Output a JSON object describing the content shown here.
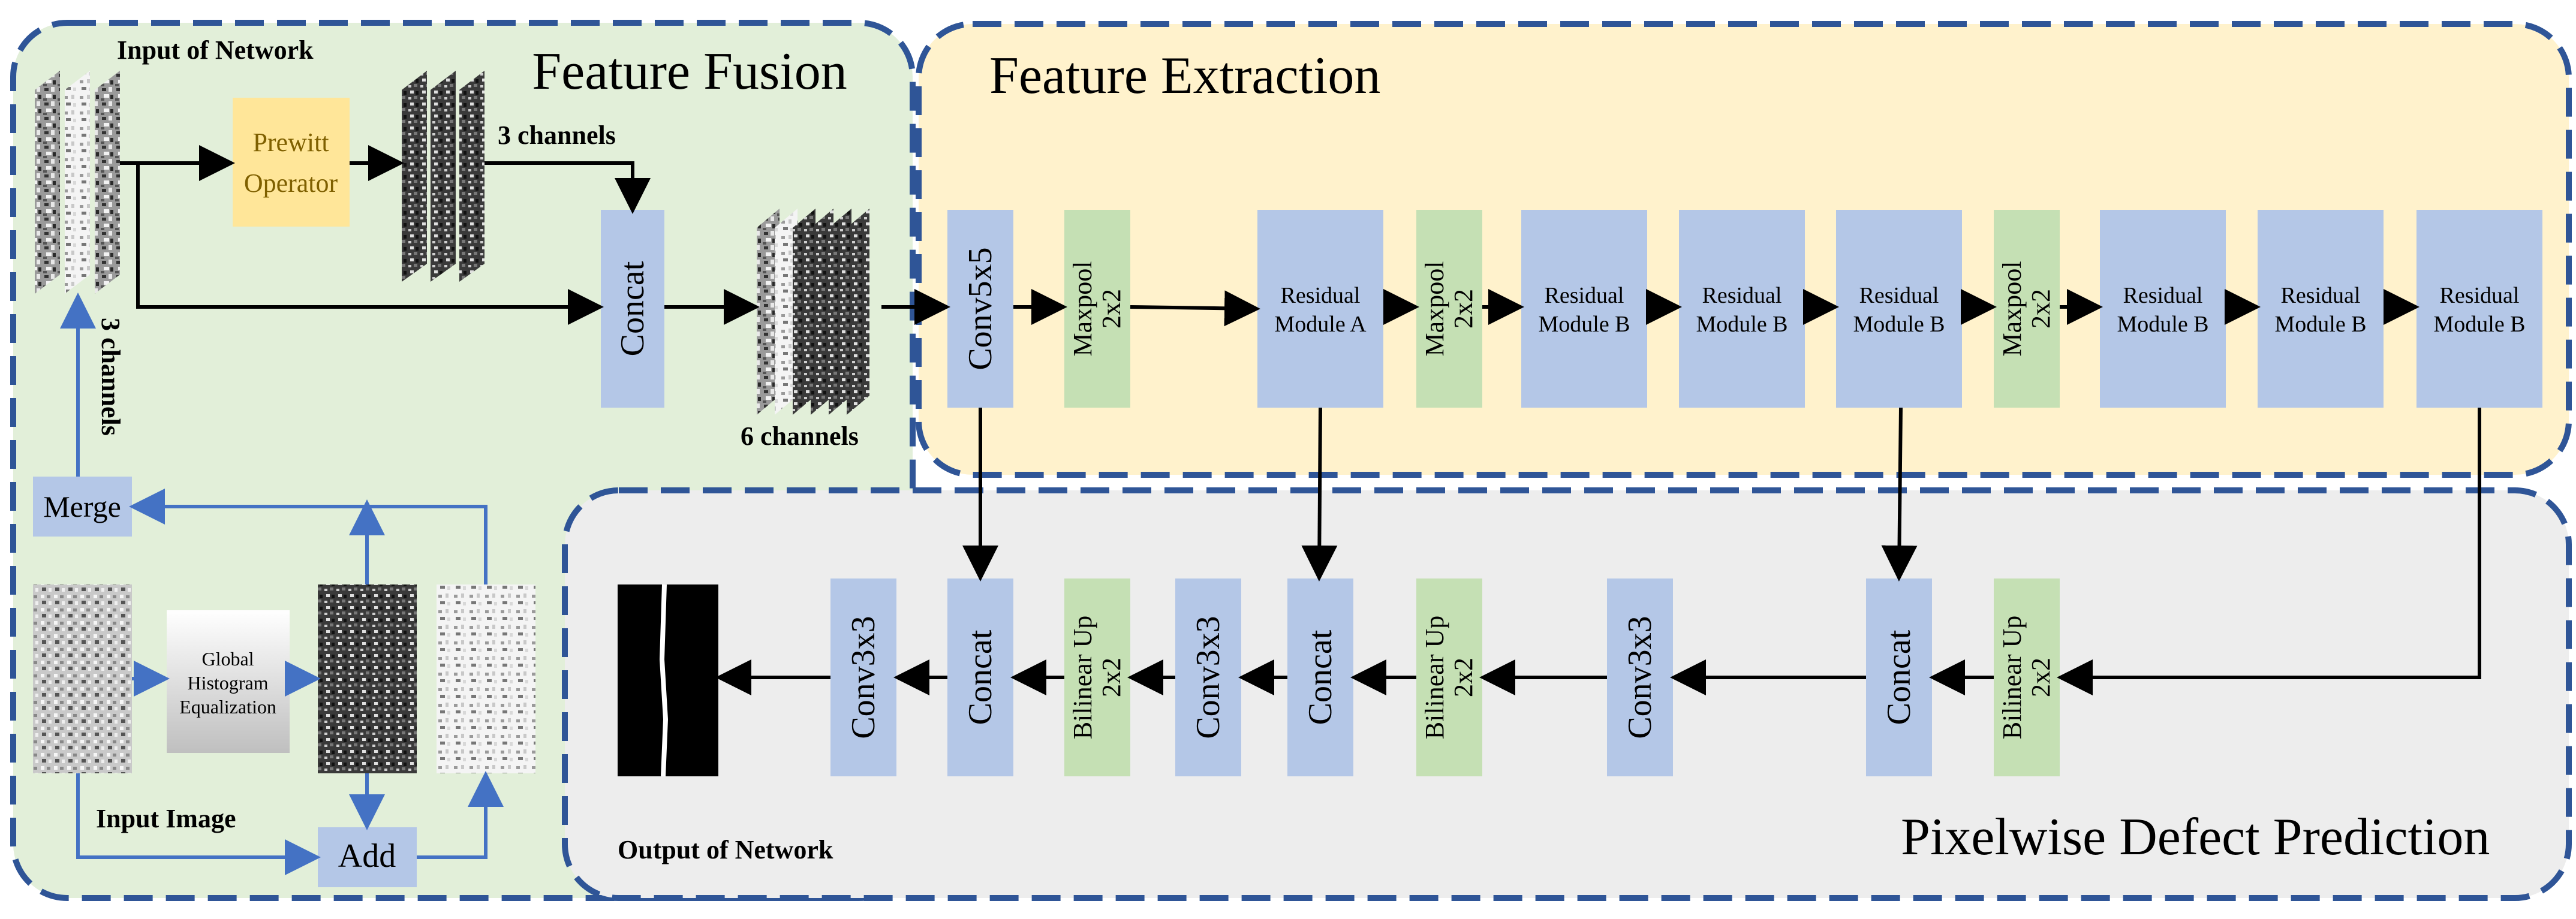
{
  "regions": {
    "feature_fusion": "Feature Fusion",
    "feature_extraction": "Feature Extraction",
    "pixelwise_prediction": "Pixelwise Defect Prediction"
  },
  "labels": {
    "input_of_network": "Input of Network",
    "channels_3_top": "3 channels",
    "channels_3_side": "3 channels",
    "channels_6": "6 channels",
    "input_image": "Input Image",
    "output_of_network": "Output of Network"
  },
  "blocks": {
    "prewitt": [
      "Prewitt",
      "Operator"
    ],
    "concat_fusion": "Concat",
    "merge": "Merge",
    "add": "Add",
    "global_he": [
      "Global",
      "Histogram",
      "Equalization"
    ],
    "conv5x5": "Conv5x5",
    "maxpool_1": [
      "Maxpool",
      "2x2"
    ],
    "residual_a": [
      "Residual",
      "Module  A"
    ],
    "maxpool_2": [
      "Maxpool",
      "2x2"
    ],
    "residual_b1": [
      "Residual",
      "Module B"
    ],
    "residual_b2": [
      "Residual",
      "Module B"
    ],
    "residual_b3": [
      "Residual",
      "Module B"
    ],
    "maxpool_3": [
      "Maxpool",
      "2x2"
    ],
    "residual_b4": [
      "Residual",
      "Module B"
    ],
    "residual_b5": [
      "Residual",
      "Module B"
    ],
    "residual_b6": [
      "Residual",
      "Module B"
    ],
    "bilinear_1": [
      "Bilinear Up",
      "2x2"
    ],
    "concat_d1": "Concat",
    "conv3x3_d1": "Conv3x3",
    "bilinear_2": [
      "Bilinear Up",
      "2x2"
    ],
    "concat_d2": "Concat",
    "conv3x3_d2": "Conv3x3",
    "bilinear_3": [
      "Bilinear Up",
      "2x2"
    ],
    "concat_d3": "Concat",
    "conv3x3_d3": "Conv3x3"
  },
  "colors": {
    "dash_border": "#2f5597",
    "fusion_bg": "#e2efd9",
    "extraction_bg": "#fff2cc",
    "prediction_bg": "#ededed",
    "blue_block": "#b4c7e7",
    "green_block": "#c5e0b4",
    "orange_block": "#ffe699",
    "prewitt_text": "#7f6000",
    "blue_arrow": "#4472c4"
  }
}
